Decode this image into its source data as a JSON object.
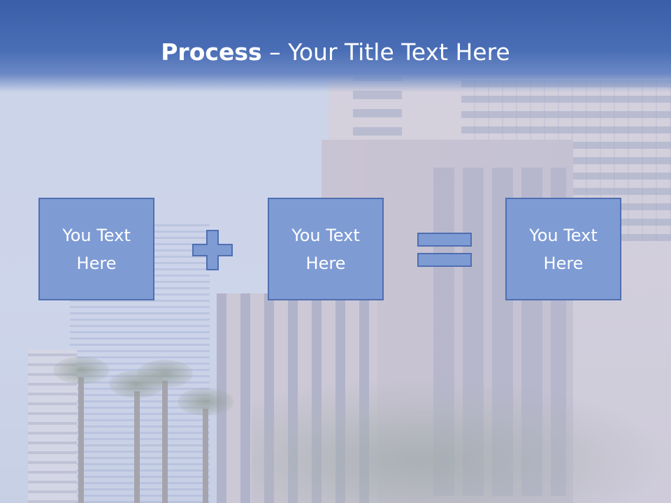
{
  "slide": {
    "title_bold": "Process",
    "title_rest": " – Your Title Text Here"
  },
  "process": {
    "boxes": [
      {
        "label": "You Text Here"
      },
      {
        "label": "You Text Here"
      },
      {
        "label": "You Text Here"
      }
    ],
    "operators": [
      "plus-icon",
      "equals-icon"
    ]
  },
  "colors": {
    "banner": "#3b5ea8",
    "box_fill": "#7e9bd4",
    "box_border": "#4f6fb0",
    "text": "#ffffff"
  }
}
